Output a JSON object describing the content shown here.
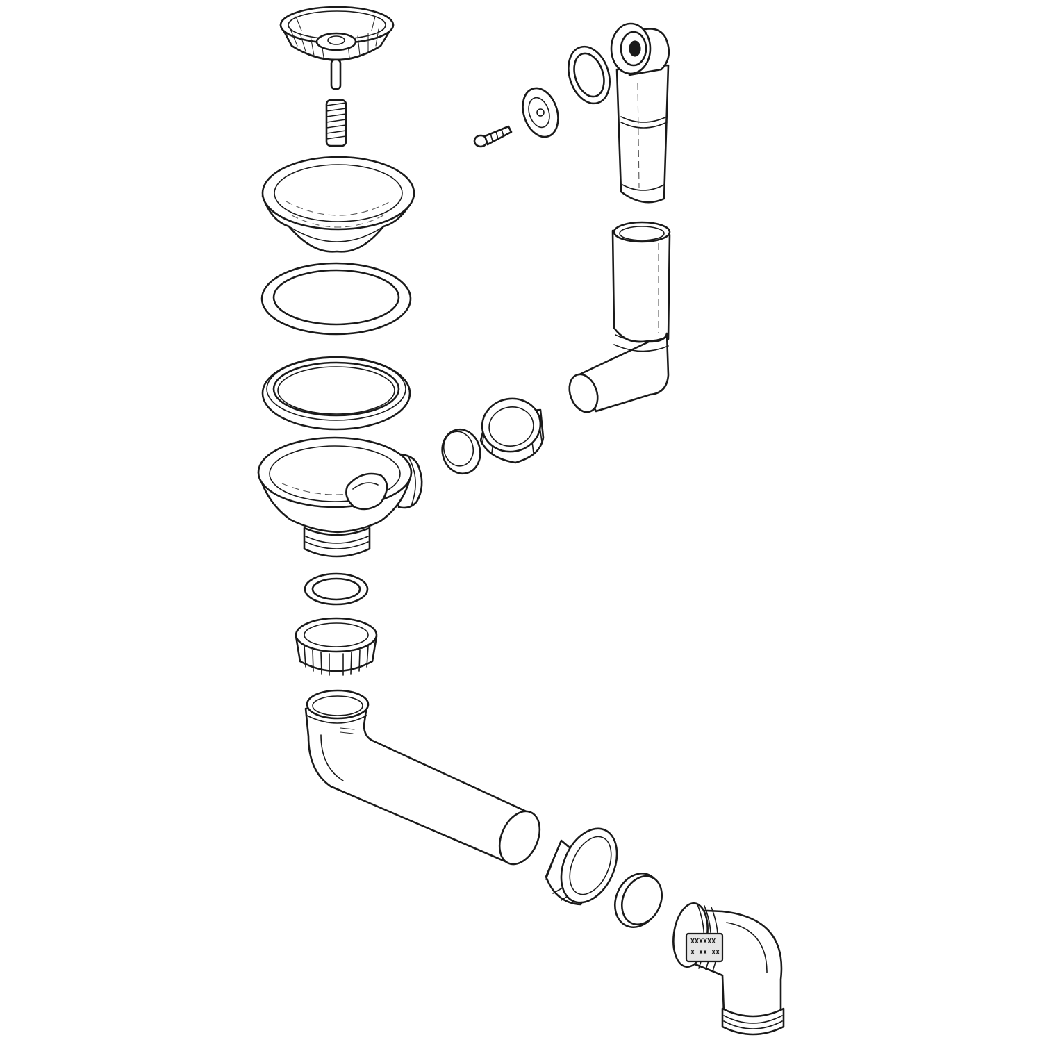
{
  "diagram": {
    "style": "black and white exploded technical line drawing",
    "background_color": "#ffffff",
    "line_color": "#1a1a1a",
    "parts": [
      {
        "name": "strainer-basket"
      },
      {
        "name": "spring"
      },
      {
        "name": "flange-bowl"
      },
      {
        "name": "flat-gasket"
      },
      {
        "name": "rubber-ring"
      },
      {
        "name": "drain-body-with-overflow-port"
      },
      {
        "name": "small-washer"
      },
      {
        "name": "lower-nut"
      },
      {
        "name": "bent-drain-pipe"
      },
      {
        "name": "pipe-nut"
      },
      {
        "name": "pipe-seal-ring"
      },
      {
        "name": "outlet-elbow-threaded"
      },
      {
        "name": "overflow-screw"
      },
      {
        "name": "overflow-cover-disc"
      },
      {
        "name": "overflow-gasket"
      },
      {
        "name": "overflow-head-with-pipe"
      },
      {
        "name": "overflow-elbow-pipe"
      },
      {
        "name": "overflow-connection-nut"
      },
      {
        "name": "overflow-connection-seal"
      }
    ],
    "elbow_marking_lines": [
      "XXXXXX",
      "X XX XX"
    ]
  }
}
